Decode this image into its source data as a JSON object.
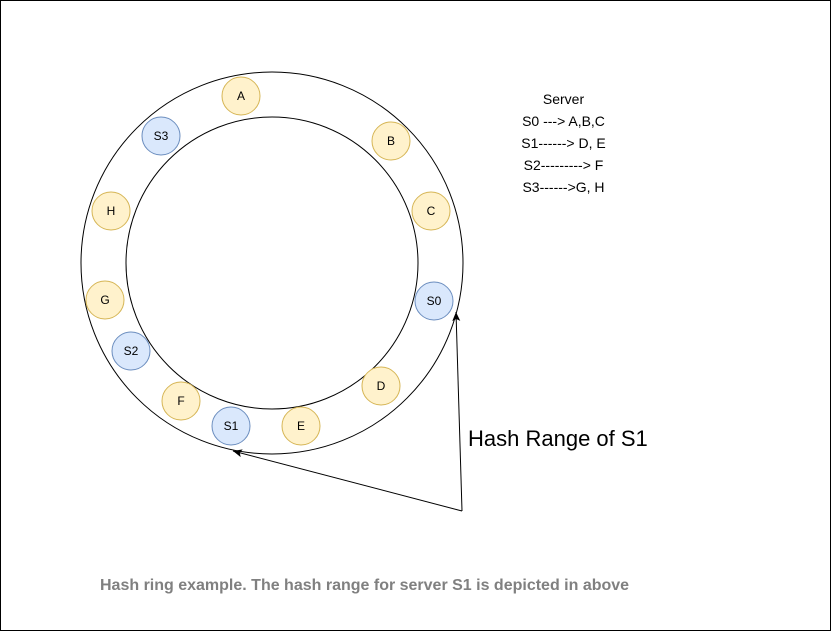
{
  "colors": {
    "data_node_fill": "#fff2cc",
    "data_node_stroke": "#d6b656",
    "server_node_fill": "#dae8fc",
    "server_node_stroke": "#6c8ebf",
    "caption": "#808080"
  },
  "ring": {
    "nodes": [
      {
        "label": "A",
        "kind": "data"
      },
      {
        "label": "S3",
        "kind": "server"
      },
      {
        "label": "B",
        "kind": "data"
      },
      {
        "label": "H",
        "kind": "data"
      },
      {
        "label": "C",
        "kind": "data"
      },
      {
        "label": "G",
        "kind": "data"
      },
      {
        "label": "S0",
        "kind": "server"
      },
      {
        "label": "S2",
        "kind": "server"
      },
      {
        "label": "D",
        "kind": "data"
      },
      {
        "label": "F",
        "kind": "data"
      },
      {
        "label": "S1",
        "kind": "server"
      },
      {
        "label": "E",
        "kind": "data"
      }
    ]
  },
  "legend": {
    "title": "Server",
    "lines": [
      "S0 ---> A,B,C",
      "S1------> D, E",
      "S2---------> F",
      "S3------>G, H"
    ]
  },
  "annotation": {
    "hash_range_label": "Hash Range of S1"
  },
  "caption": "Hash ring example. The hash range for server S1 is depicted in above"
}
